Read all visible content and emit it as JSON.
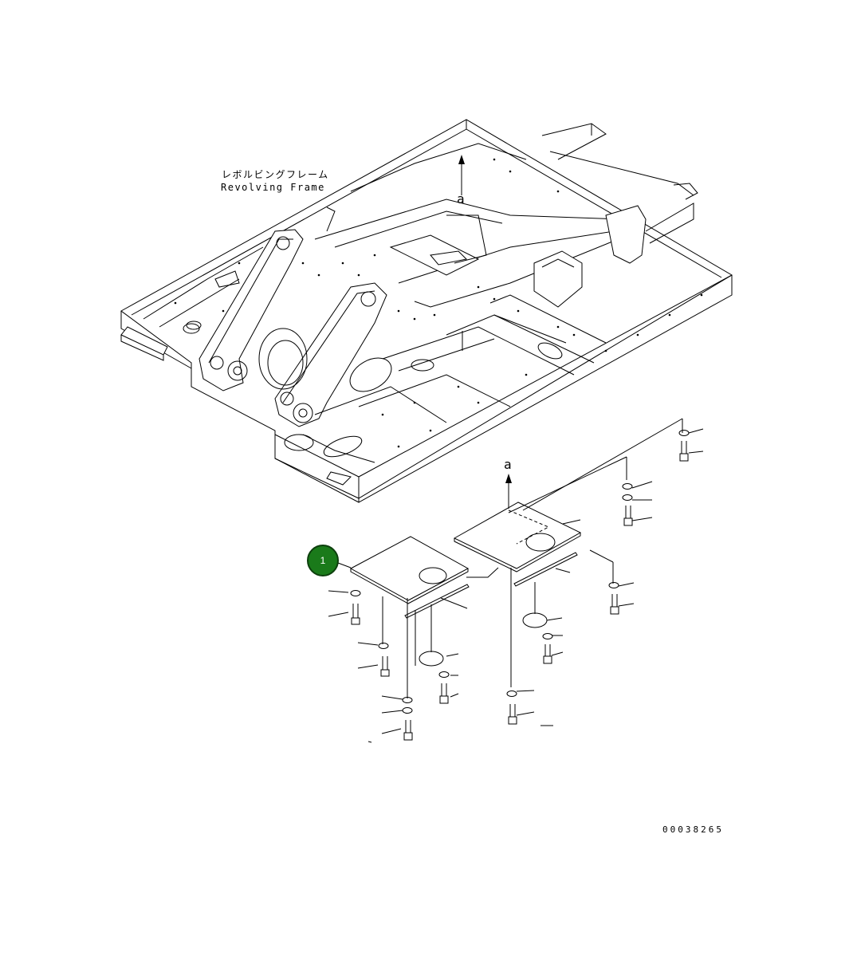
{
  "diagram": {
    "frame_label_jp": "レボルビングフレーム",
    "frame_label_en": "Revolving Frame",
    "arrow_label_top": "a",
    "arrow_label_bottom": "a",
    "callout_number": "1",
    "drawing_number": "00038265",
    "callout_color": "#1a7a1a"
  }
}
